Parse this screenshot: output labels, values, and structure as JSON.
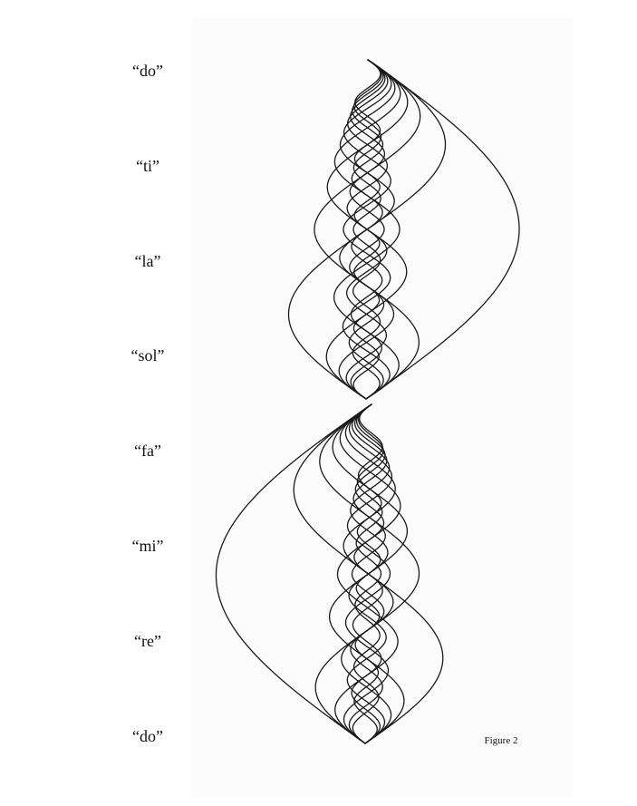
{
  "notes": [
    "“do”",
    "“ti”",
    "“la”",
    "“sol”",
    "“fa”",
    "“mi”",
    "“re”",
    "“do”"
  ],
  "caption": "Figure 2",
  "colors": {
    "background": "#ffffff",
    "paper": "#fbfbfb",
    "ink": "#1a1a1a"
  }
}
